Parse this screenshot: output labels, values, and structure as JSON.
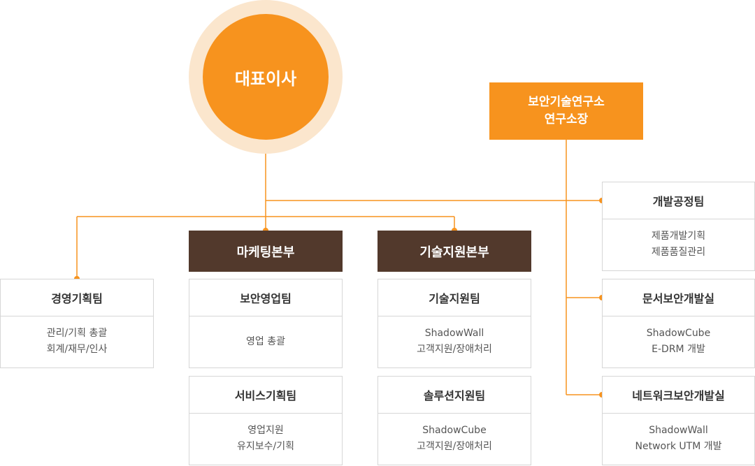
{
  "ceo": "대표이사",
  "lab": {
    "line1": "보안기술연구소",
    "line2": "연구소장"
  },
  "divisions": {
    "marketing": "마케팅본부",
    "tech": "기술지원본부"
  },
  "teams": {
    "mgmt": {
      "title": "경영기획팀",
      "desc1": "관리/기획 총괄",
      "desc2": "회계/재무/인사"
    },
    "sales": {
      "title": "보안영업팀",
      "desc1": "영업 총괄"
    },
    "service": {
      "title": "서비스기획팀",
      "desc1": "영업지원",
      "desc2": "유지보수/기획"
    },
    "support": {
      "title": "기술지원팀",
      "desc1": "ShadowWall",
      "desc2": "고객지원/장애처리"
    },
    "solution": {
      "title": "솔루션지원팀",
      "desc1": "ShadowCube",
      "desc2": "고객지원/장애처리"
    },
    "process": {
      "title": "개발공정팀",
      "desc1": "제품개발기획",
      "desc2": "제품품질관리"
    },
    "docsec": {
      "title": "문서보안개발실",
      "desc1": "ShadowCube",
      "desc2": "E-DRM 개발"
    },
    "netsec": {
      "title": "네트워크보안개발실",
      "desc1": "ShadowWall",
      "desc2": "Network UTM 개발"
    }
  },
  "colors": {
    "accent": "#f7931e",
    "halo": "#fbe6cd",
    "division": "#52392c",
    "border": "#d6d6d6"
  }
}
